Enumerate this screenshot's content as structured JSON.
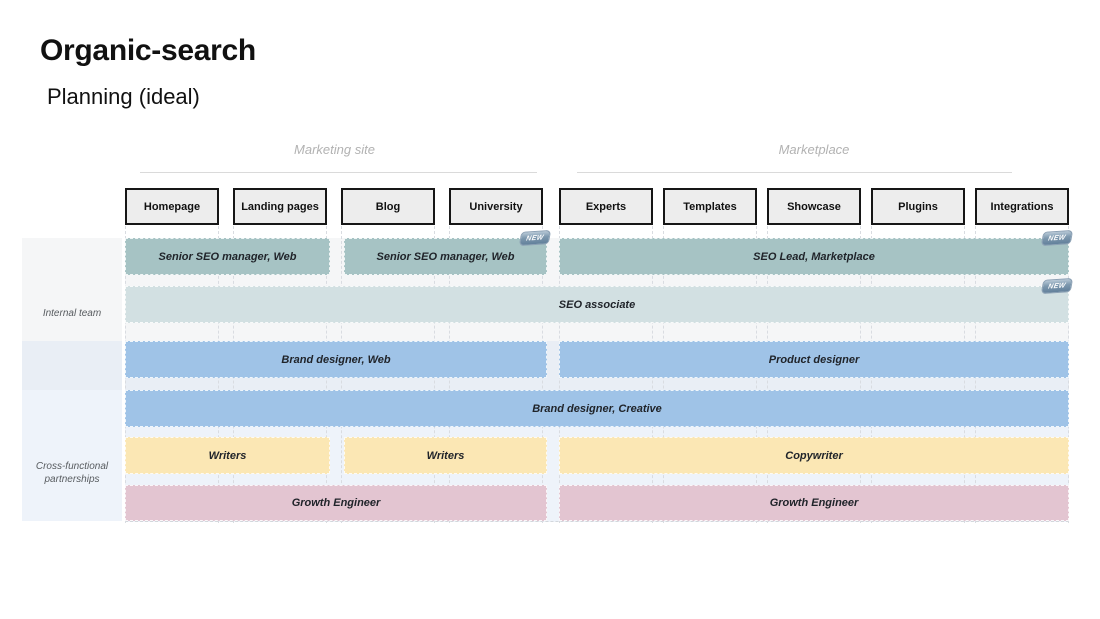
{
  "title": "Organic-search",
  "subtitle": "Planning (ideal)",
  "badge_label": "NEW",
  "groups": [
    {
      "label": "Marketing site",
      "columns": [
        "Homepage",
        "Landing pages",
        "Blog",
        "University"
      ]
    },
    {
      "label": "Marketplace",
      "columns": [
        "Experts",
        "Templates",
        "Showcase",
        "Plugins",
        "Integrations"
      ]
    }
  ],
  "sections": [
    {
      "label": "Internal team"
    },
    {
      "label": "Cross-functional partnerships"
    }
  ],
  "bars": {
    "seo_manager_web_1": {
      "label": "Senior SEO manager, Web",
      "group": "Marketing site",
      "spans": [
        "Homepage",
        "Landing pages"
      ],
      "is_new": false
    },
    "seo_manager_web_2": {
      "label": "Senior SEO manager, Web",
      "group": "Marketing site",
      "spans": [
        "Blog",
        "University"
      ],
      "is_new": true
    },
    "seo_lead_marketplace": {
      "label": "SEO Lead, Marketplace",
      "group": "Marketplace",
      "spans": [
        "Experts",
        "Templates",
        "Showcase",
        "Plugins",
        "Integrations"
      ],
      "is_new": true
    },
    "seo_associate": {
      "label": "SEO associate",
      "group": "Marketing site + Marketplace",
      "spans": [
        "Homepage",
        "Landing pages",
        "Blog",
        "University",
        "Experts",
        "Templates",
        "Showcase",
        "Plugins",
        "Integrations"
      ],
      "is_new": true
    },
    "brand_designer_web": {
      "label": "Brand designer, Web",
      "group": "Marketing site",
      "spans": [
        "Homepage",
        "Landing pages",
        "Blog",
        "University"
      ],
      "is_new": false
    },
    "product_designer": {
      "label": "Product designer",
      "group": "Marketplace",
      "spans": [
        "Experts",
        "Templates",
        "Showcase",
        "Plugins",
        "Integrations"
      ],
      "is_new": false
    },
    "brand_designer_creative": {
      "label": "Brand designer, Creative",
      "group": "Marketing site + Marketplace",
      "spans": [
        "Homepage",
        "Landing pages",
        "Blog",
        "University",
        "Experts",
        "Templates",
        "Showcase",
        "Plugins",
        "Integrations"
      ],
      "is_new": false
    },
    "writers_1": {
      "label": "Writers",
      "group": "Marketing site",
      "spans": [
        "Homepage",
        "Landing pages"
      ],
      "is_new": false
    },
    "writers_2": {
      "label": "Writers",
      "group": "Marketing site",
      "spans": [
        "Blog",
        "University"
      ],
      "is_new": false
    },
    "copywriter": {
      "label": "Copywriter",
      "group": "Marketplace",
      "spans": [
        "Experts",
        "Templates",
        "Showcase",
        "Plugins",
        "Integrations"
      ],
      "is_new": false
    },
    "growth_engineer_web": {
      "label": "Growth Engineer",
      "group": "Marketing site",
      "spans": [
        "Homepage",
        "Landing pages",
        "Blog",
        "University"
      ],
      "is_new": false
    },
    "growth_engineer_marketplace": {
      "label": "Growth Engineer",
      "group": "Marketplace",
      "spans": [
        "Experts",
        "Templates",
        "Showcase",
        "Plugins",
        "Integrations"
      ],
      "is_new": false
    }
  },
  "colors": {
    "bar_teal": "#a6c3c4",
    "bar_light_teal": "#d2e0e2",
    "bar_blue": "#9fc3e7",
    "bar_yellow": "#fbe7b4",
    "bar_pink": "#e3c5d1",
    "band_internal": "#f5f6f7",
    "band_middle": "#e9eef5",
    "band_cross": "#eef3fa",
    "header_fill": "#ededed",
    "header_border": "#161616",
    "badge_blue": "#7d98ae"
  }
}
